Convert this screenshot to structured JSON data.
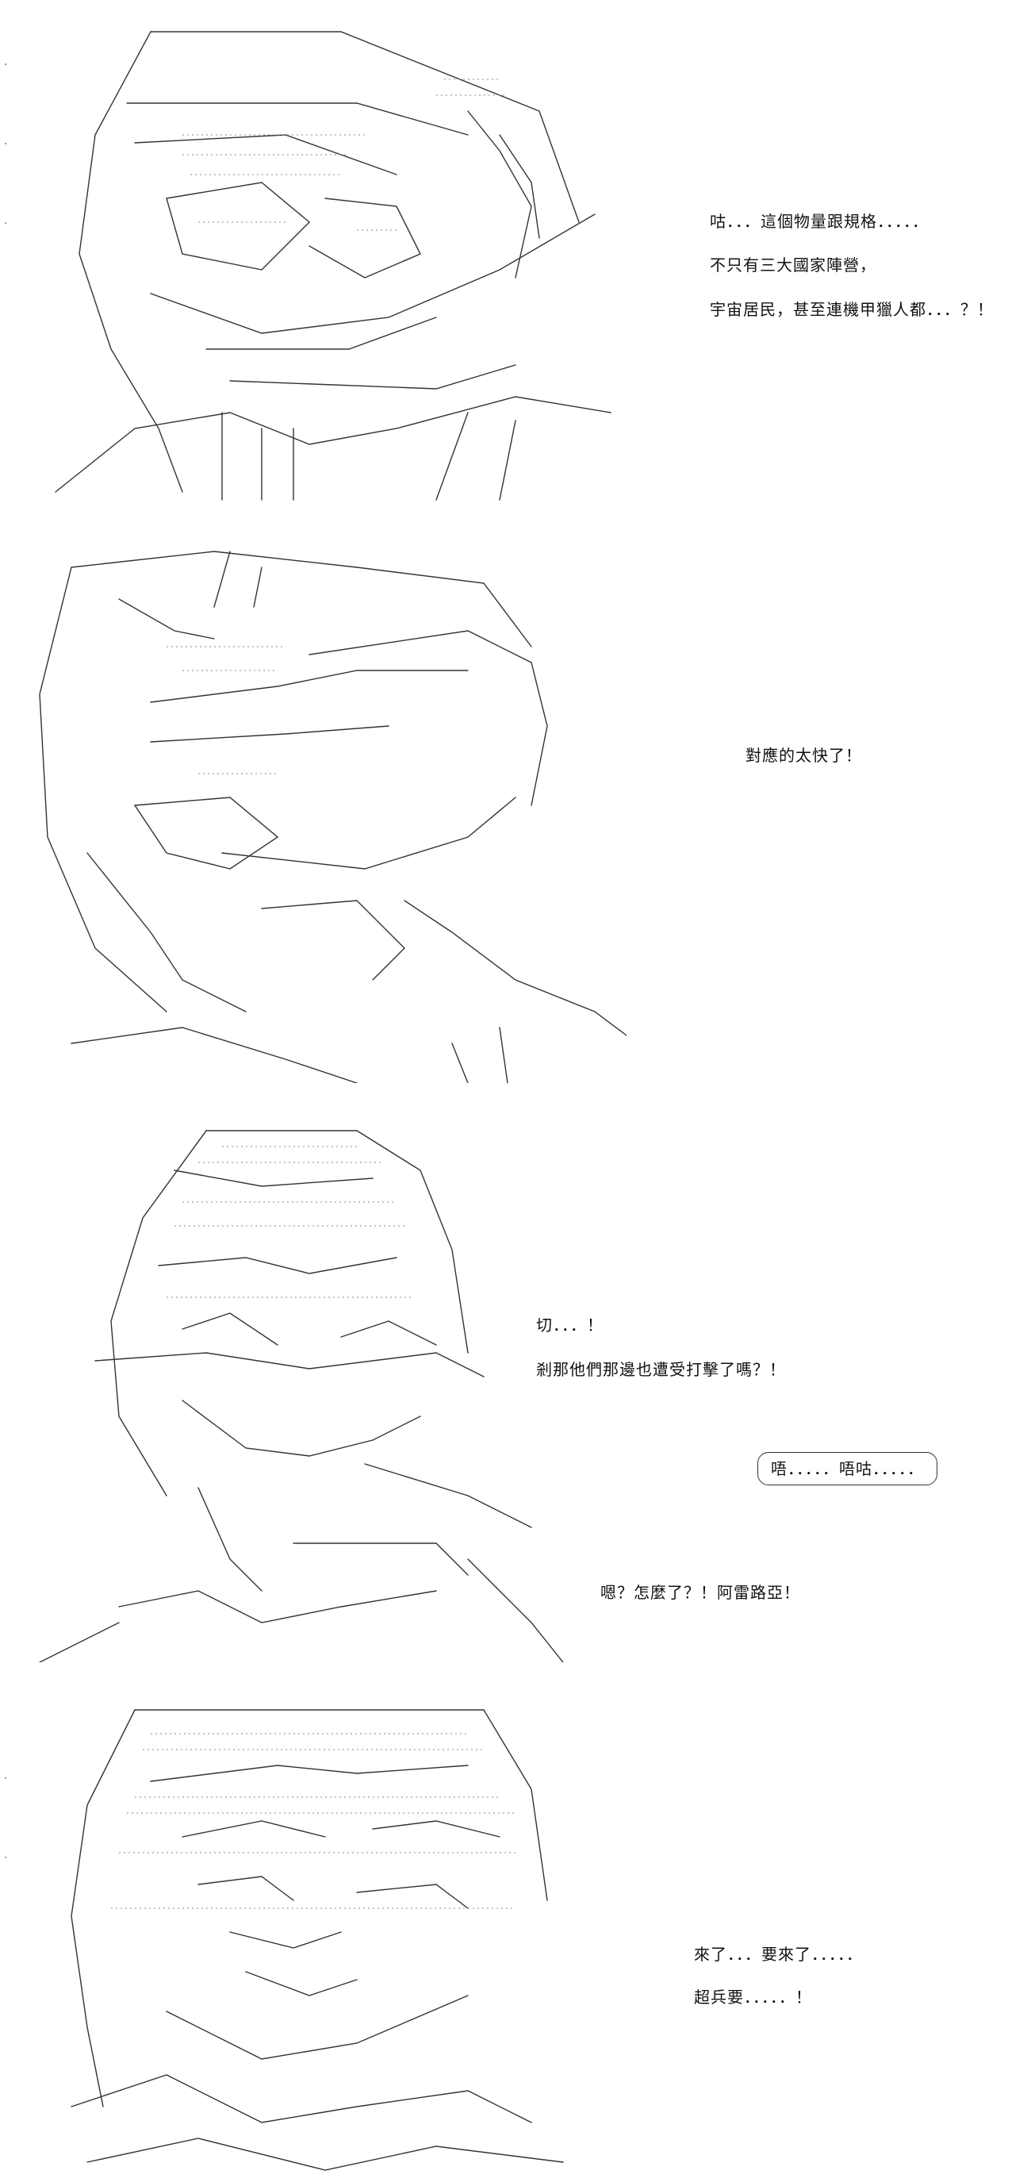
{
  "panels": [
    {
      "lines": [
        "咕．．．這個物量跟規格．．．．．",
        "不只有三大國家陣營，",
        "宇宙居民，甚至連機甲獵人都．．．？！"
      ]
    },
    {
      "lines": [
        "對應的太快了！"
      ]
    },
    {
      "lines": [
        "切．．．！",
        "剎那他們那邊也遭受打擊了嗎？！"
      ],
      "bubble": "唔．．．．．唔咕．．．．．",
      "after": "嗯？怎麼了？！阿雷路亞！"
    },
    {
      "lines": [
        "來了．．．要來了．．．．．",
        "超兵要．．．．．！"
      ]
    }
  ]
}
